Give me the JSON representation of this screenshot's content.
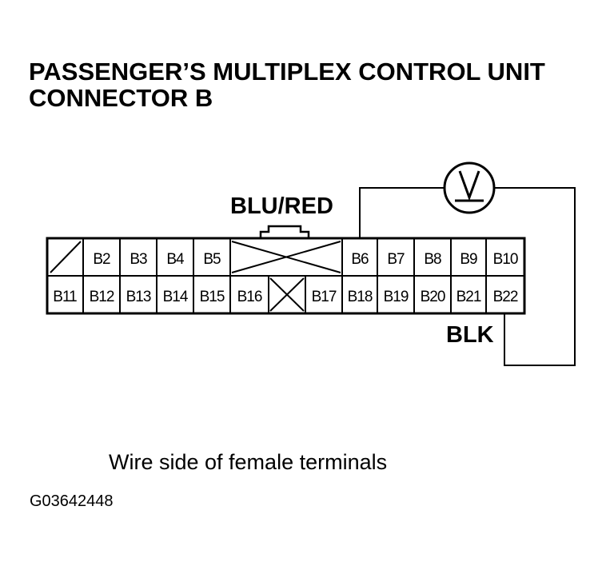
{
  "title": {
    "line1": "PASSENGER’S MULTIPLEX CONTROL UNIT",
    "line2": "CONNECTOR B"
  },
  "wire_labels": {
    "positive": "BLU/RED",
    "ground": "BLK"
  },
  "meter_icon": "voltmeter-icon",
  "connector": {
    "top_row": [
      "B2",
      "B3",
      "B4",
      "B5",
      "B6",
      "B7",
      "B8",
      "B9",
      "B10"
    ],
    "bottom_row": [
      "B11",
      "B12",
      "B13",
      "B14",
      "B15",
      "B16",
      "B17",
      "B18",
      "B19",
      "B20",
      "B21",
      "B22"
    ]
  },
  "caption": "Wire side of female terminals",
  "figure_code": "G03642448"
}
